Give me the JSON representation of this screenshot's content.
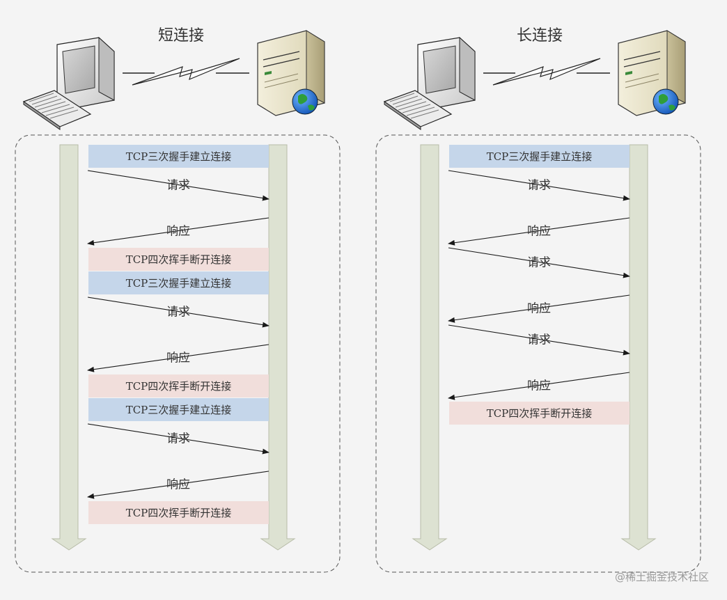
{
  "watermark": "@稀土掘金技术社区",
  "colors": {
    "background": "#f4f4f4",
    "lifeline_fill": "#dde2d2",
    "lifeline_stroke": "#b7bca8",
    "connect_fill": "#c5d6ea",
    "disconnect_fill": "#f1dedb",
    "arrow": "#1a1a1a",
    "panel_border": "#555555"
  },
  "panels": [
    {
      "id": "short",
      "title": "短连接",
      "steps": [
        {
          "kind": "box",
          "style": "connect",
          "text": "TCP三次握手建立连接"
        },
        {
          "kind": "msg",
          "dir": "right",
          "text": "请求"
        },
        {
          "kind": "msg",
          "dir": "left",
          "text": "响应"
        },
        {
          "kind": "box",
          "style": "disconnect",
          "text": "TCP四次挥手断开连接"
        },
        {
          "kind": "box",
          "style": "connect",
          "text": "TCP三次握手建立连接"
        },
        {
          "kind": "msg",
          "dir": "right",
          "text": "请求"
        },
        {
          "kind": "msg",
          "dir": "left",
          "text": "响应"
        },
        {
          "kind": "box",
          "style": "disconnect",
          "text": "TCP四次挥手断开连接"
        },
        {
          "kind": "box",
          "style": "connect",
          "text": "TCP三次握手建立连接"
        },
        {
          "kind": "msg",
          "dir": "right",
          "text": "请求"
        },
        {
          "kind": "msg",
          "dir": "left",
          "text": "响应"
        },
        {
          "kind": "box",
          "style": "disconnect",
          "text": "TCP四次挥手断开连接"
        }
      ]
    },
    {
      "id": "long",
      "title": "长连接",
      "steps": [
        {
          "kind": "box",
          "style": "connect",
          "text": "TCP三次握手建立连接"
        },
        {
          "kind": "msg",
          "dir": "right",
          "text": "请求"
        },
        {
          "kind": "msg",
          "dir": "left",
          "text": "响应"
        },
        {
          "kind": "msg",
          "dir": "right",
          "text": "请求"
        },
        {
          "kind": "msg",
          "dir": "left",
          "text": "响应"
        },
        {
          "kind": "msg",
          "dir": "right",
          "text": "请求"
        },
        {
          "kind": "msg",
          "dir": "left",
          "text": "响应"
        },
        {
          "kind": "box",
          "style": "disconnect",
          "text": "TCP四次挥手断开连接"
        }
      ]
    }
  ]
}
